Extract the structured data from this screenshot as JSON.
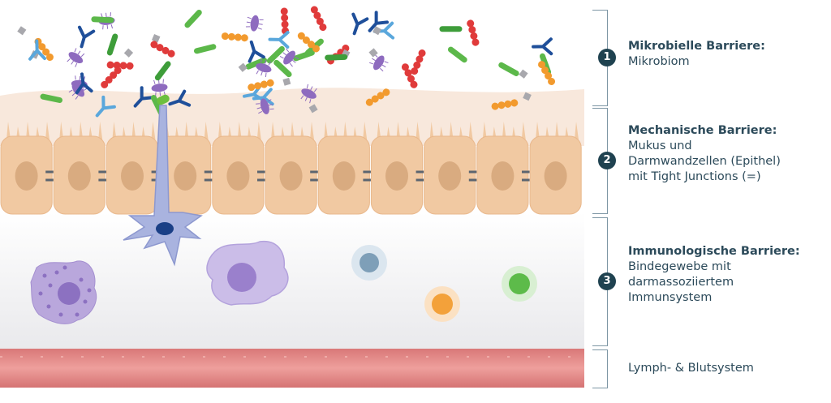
{
  "sections": [
    {
      "number": "1",
      "title": "Mikrobielle Barriere:",
      "lines": [
        "Mikrobiom"
      ]
    },
    {
      "number": "2",
      "title": "Mechanische Barriere:",
      "lines": [
        "Mukus und",
        "Darmwandzellen (Epithel)",
        "mit Tight Junctions (=)"
      ]
    },
    {
      "number": "3",
      "title": "Immunologische Barriere:",
      "lines": [
        "Bindegewebe mit",
        "darmassoziiertem",
        "Immunsystem"
      ]
    },
    {
      "number": "",
      "title": "",
      "lines": [
        "Lymph- & Blutsystem"
      ]
    }
  ],
  "colors": {
    "mucus": "#f8e8dc",
    "epithel": "#f1c9a2",
    "nucleus": "#d9ab80",
    "junction": "#5b6570",
    "lamina": "#f1f1f3",
    "vessel": "#e58a8a",
    "text": "#2c4a5a",
    "badge": "#1f4250"
  }
}
